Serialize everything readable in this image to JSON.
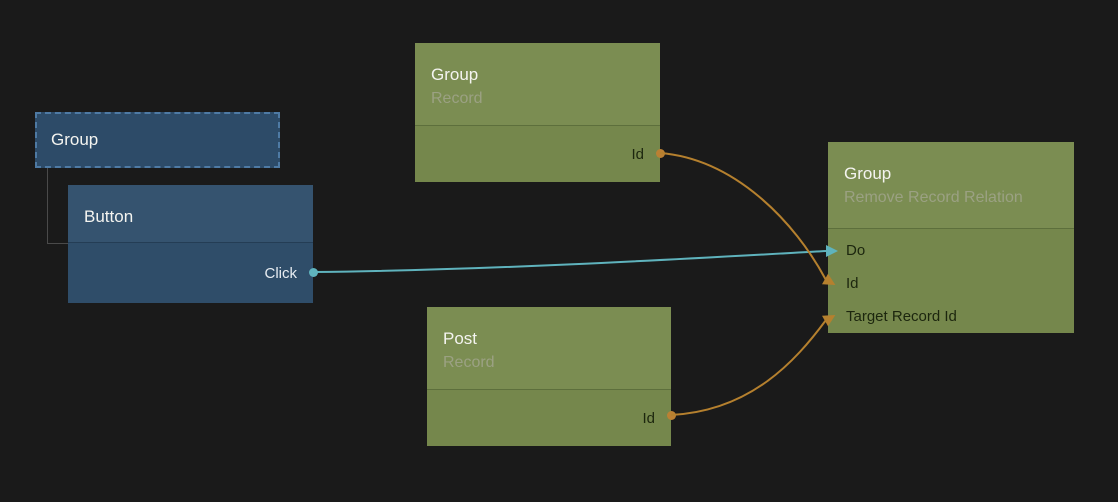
{
  "canvas": {
    "background": "#1a1a1a"
  },
  "colors": {
    "wire_signal": "#5fb3bd",
    "wire_data": "#b5802e",
    "node_blue": "#31506c",
    "node_green": "#798b50",
    "port_dot_signal": "#5fb3bd",
    "port_dot_data": "#bb8033"
  },
  "nodes": {
    "group_visual": {
      "title": "Group"
    },
    "button": {
      "title": "Button",
      "outputs": [
        {
          "label": "Click"
        }
      ]
    },
    "group_record": {
      "title": "Group",
      "subtitle": "Record",
      "outputs": [
        {
          "label": "Id"
        }
      ]
    },
    "post_record": {
      "title": "Post",
      "subtitle": "Record",
      "outputs": [
        {
          "label": "Id"
        }
      ]
    },
    "remove_record_relation": {
      "title": "Group",
      "subtitle": "Remove Record Relation",
      "inputs": [
        {
          "label": "Do"
        },
        {
          "label": "Id"
        },
        {
          "label": "Target Record Id"
        }
      ]
    }
  }
}
